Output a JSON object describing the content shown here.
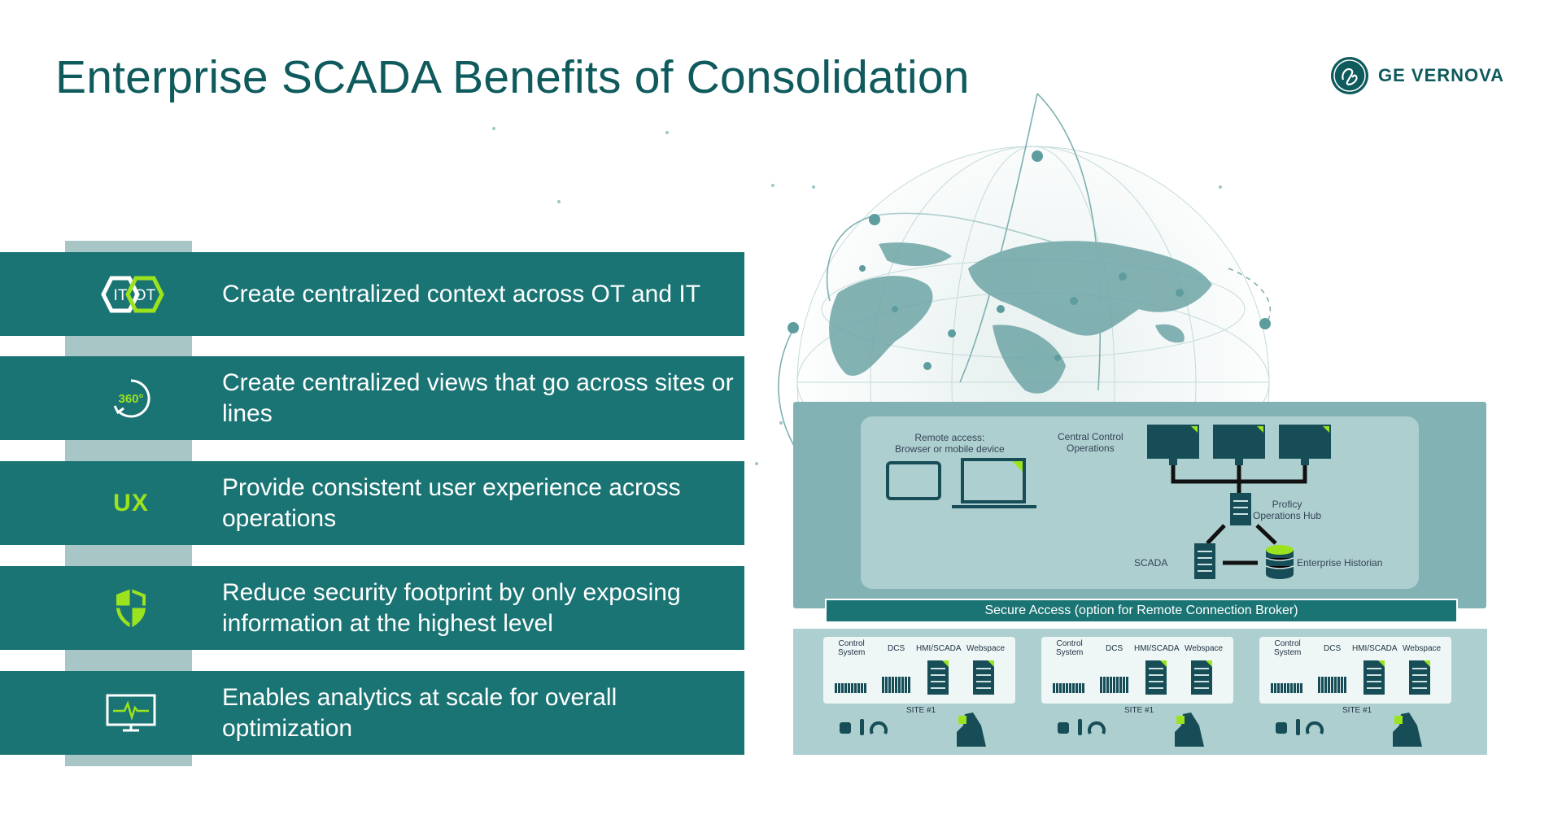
{
  "title": "Enterprise SCADA Benefits of Consolidation",
  "logo": {
    "text": "GE VERNOVA",
    "icon": "ge-monogram-icon"
  },
  "benefits": [
    {
      "text": "Create centralized context across OT and IT",
      "icon": "it-ot-hexagon-icon",
      "icon_labels": [
        "IT",
        "OT"
      ]
    },
    {
      "text": "Create centralized views that go across sites or lines",
      "icon": "360-view-icon",
      "icon_label": "360°"
    },
    {
      "text": "Provide consistent user experience across operations",
      "icon": "ux-icon",
      "icon_label": "UX"
    },
    {
      "text": "Reduce security footprint by only exposing information at the highest level",
      "icon": "shield-icon"
    },
    {
      "text": "Enables analytics at scale for overall optimization",
      "icon": "monitor-pulse-icon"
    }
  ],
  "diagram": {
    "remote_access": "Remote access:\nBrowser or mobile device",
    "central_control": "Central Control\nOperations",
    "hub": "Proficy\nOperations Hub",
    "scada": "SCADA",
    "historian": "Enterprise Historian",
    "secure_access": "Secure Access (option for Remote Connection Broker)",
    "sites": [
      {
        "control_system": "Control\nSystem",
        "dcs": "DCS",
        "hmi": "HMI/SCADA",
        "webspace": "Webspace",
        "name": "SITE #1"
      },
      {
        "control_system": "Control\nSystem",
        "dcs": "DCS",
        "hmi": "HMI/SCADA",
        "webspace": "Webspace",
        "name": "SITE #1"
      },
      {
        "control_system": "Control\nSystem",
        "dcs": "DCS",
        "hmi": "HMI/SCADA",
        "webspace": "Webspace",
        "name": "SITE #1"
      }
    ]
  },
  "colors": {
    "teal": "#1b7474",
    "lime": "#9be31e",
    "title": "#0e5a5c",
    "strip": "#a9c6c7"
  }
}
